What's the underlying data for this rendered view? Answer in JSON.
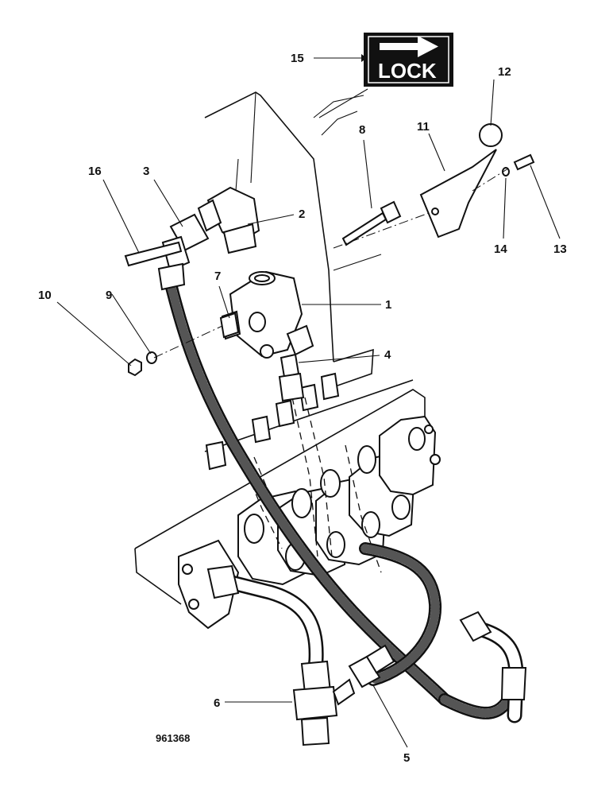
{
  "sign": {
    "text": "LOCK",
    "arrow": "right-arrow"
  },
  "callouts": {
    "c1": "1",
    "c2": "2",
    "c3": "3",
    "c4": "4",
    "c5": "5",
    "c6": "6",
    "c7": "7",
    "c8": "8",
    "c9": "9",
    "c10": "10",
    "c11": "11",
    "c12": "12",
    "c13": "13",
    "c14": "14",
    "c15": "15",
    "c16": "16"
  },
  "drawing_number": "961368"
}
